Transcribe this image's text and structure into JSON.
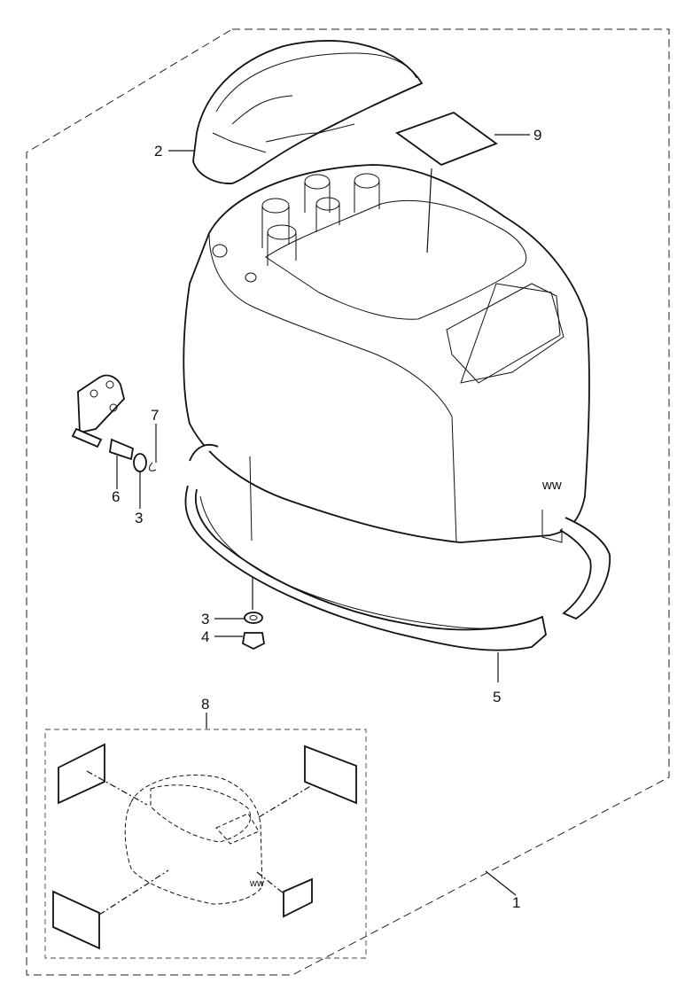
{
  "diagram": {
    "callouts": [
      {
        "id": "c1",
        "text": "1"
      },
      {
        "id": "c2",
        "text": "2"
      },
      {
        "id": "c3a",
        "text": "3"
      },
      {
        "id": "c3b",
        "text": "3"
      },
      {
        "id": "c4",
        "text": "4"
      },
      {
        "id": "c5",
        "text": "5"
      },
      {
        "id": "c6",
        "text": "6"
      },
      {
        "id": "c7",
        "text": "7"
      },
      {
        "id": "c8",
        "text": "8"
      },
      {
        "id": "c9",
        "text": "9"
      }
    ],
    "logo_mark": "ww"
  }
}
